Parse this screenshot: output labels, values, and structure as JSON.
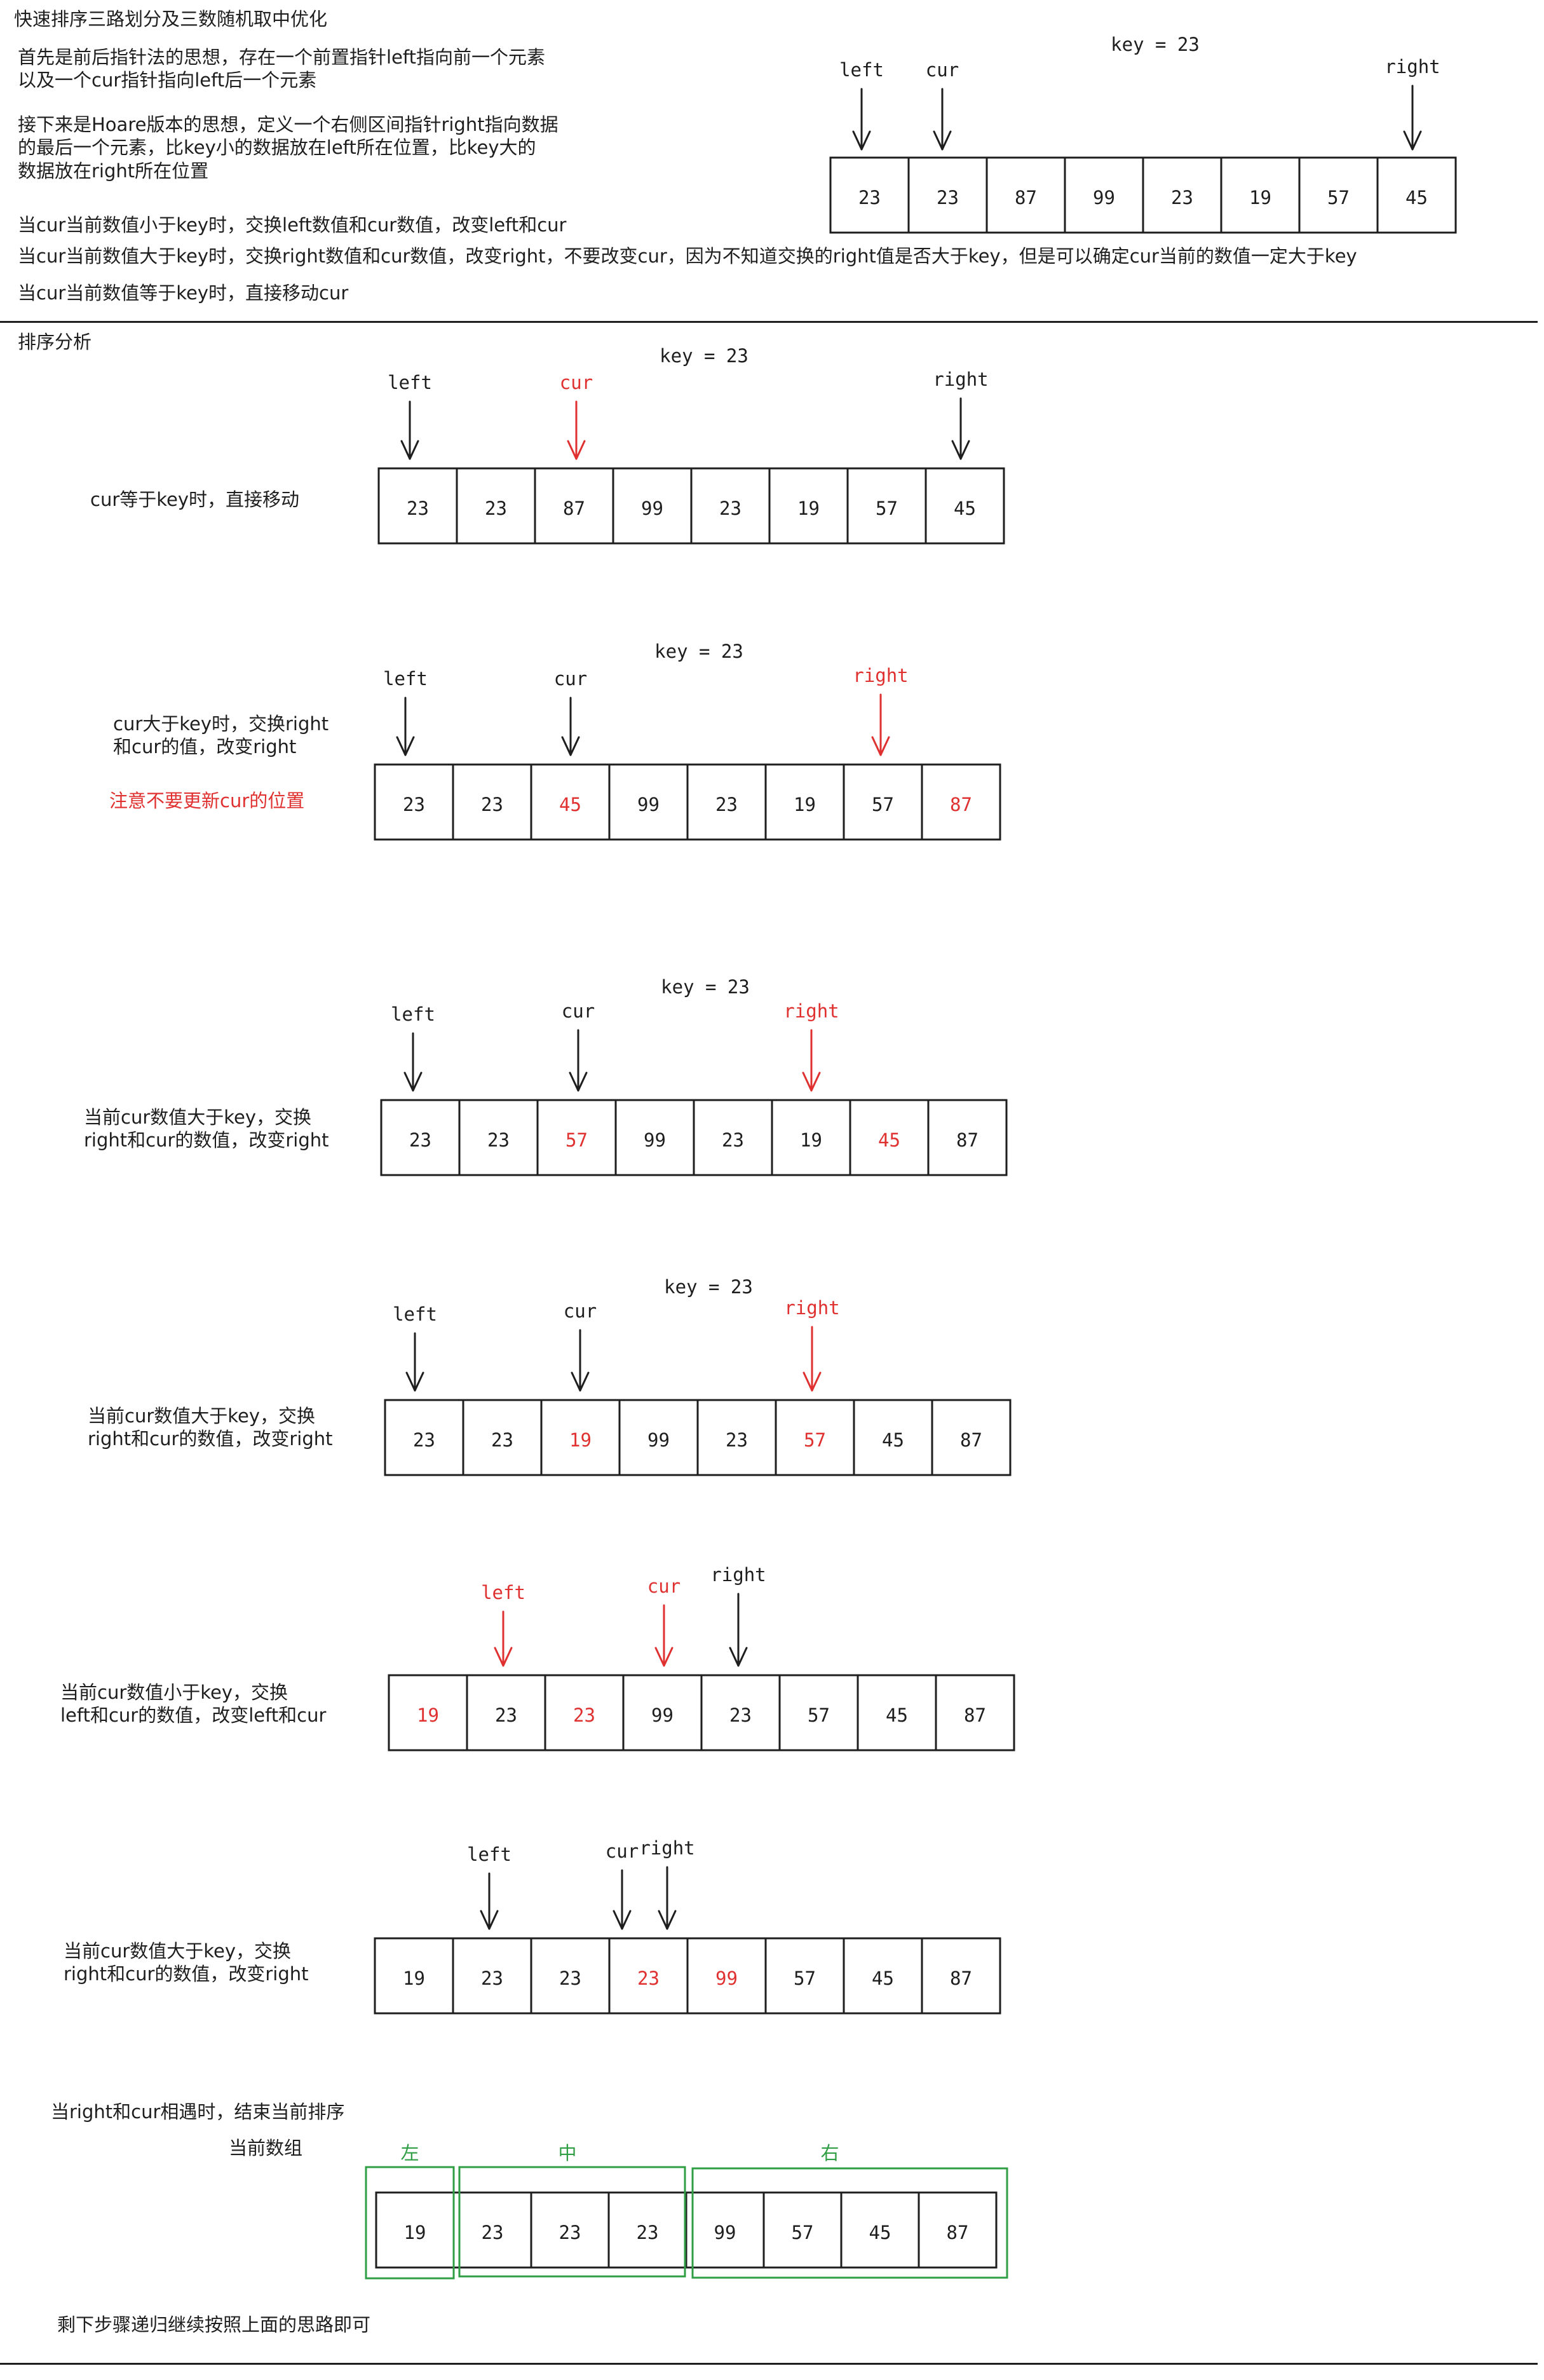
{
  "colors": {
    "ink": "#1e1e1e",
    "red": "#e03131",
    "green": "#2f9e44"
  },
  "intro": {
    "title": "快速排序三路划分及三数随机取中优化",
    "para1": "首先是前后指针法的思想，存在一个前置指针left指向前一个元素\n以及一个cur指针指向left后一个元素",
    "para2": "接下来是Hoare版本的思想，定义一个右侧区间指针right指向数据\n的最后一个元素，比key小的数据放在left所在位置，比key大的\n数据放在right所在位置",
    "rule1": "当cur当前数值小于key时，交换left数值和cur数值，改变left和cur",
    "rule2": "当cur当前数值大于key时，交换right数值和cur数值，改变right，不要改变cur，因为不知道交换的right值是否大于key，但是可以确定cur当前的数值一定大于key",
    "rule3": "当cur当前数值等于key时，直接移动cur",
    "intro_array": {
      "key": "key = 23",
      "values": [
        "23",
        "23",
        "87",
        "99",
        "23",
        "19",
        "57",
        "45"
      ],
      "value_colors": [
        "ink",
        "ink",
        "ink",
        "ink",
        "ink",
        "ink",
        "ink",
        "ink"
      ],
      "pointers": [
        {
          "label": "left",
          "color": "ink"
        },
        {
          "label": "cur",
          "color": "ink"
        },
        {
          "label": "right",
          "color": "ink"
        }
      ]
    }
  },
  "analysis": {
    "heading": "排序分析",
    "steps": [
      {
        "key": "key = 23",
        "note": "cur等于key时，直接移动",
        "note_red": "",
        "values": [
          "23",
          "23",
          "87",
          "99",
          "23",
          "19",
          "57",
          "45"
        ],
        "value_colors": [
          "ink",
          "ink",
          "ink",
          "ink",
          "ink",
          "ink",
          "ink",
          "ink"
        ],
        "pointers": [
          {
            "label": "left",
            "color": "ink"
          },
          {
            "label": "cur",
            "color": "red"
          },
          {
            "label": "right",
            "color": "ink"
          }
        ]
      },
      {
        "key": "key = 23",
        "note": "cur大于key时，交换right\n和cur的值，改变right",
        "note_red": "注意不要更新cur的位置",
        "values": [
          "23",
          "23",
          "45",
          "99",
          "23",
          "19",
          "57",
          "87"
        ],
        "value_colors": [
          "ink",
          "ink",
          "red",
          "ink",
          "ink",
          "ink",
          "ink",
          "red"
        ],
        "pointers": [
          {
            "label": "left",
            "color": "ink"
          },
          {
            "label": "cur",
            "color": "ink"
          },
          {
            "label": "right",
            "color": "red"
          }
        ]
      },
      {
        "key": "key = 23",
        "note": "当前cur数值大于key，交换\nright和cur的数值，改变right",
        "note_red": "",
        "values": [
          "23",
          "23",
          "57",
          "99",
          "23",
          "19",
          "45",
          "87"
        ],
        "value_colors": [
          "ink",
          "ink",
          "red",
          "ink",
          "ink",
          "ink",
          "red",
          "ink"
        ],
        "pointers": [
          {
            "label": "left",
            "color": "ink"
          },
          {
            "label": "cur",
            "color": "ink"
          },
          {
            "label": "right",
            "color": "red"
          }
        ]
      },
      {
        "key": "key = 23",
        "note": "当前cur数值大于key，交换\nright和cur的数值，改变right",
        "note_red": "",
        "values": [
          "23",
          "23",
          "19",
          "99",
          "23",
          "57",
          "45",
          "87"
        ],
        "value_colors": [
          "ink",
          "ink",
          "red",
          "ink",
          "ink",
          "red",
          "ink",
          "ink"
        ],
        "pointers": [
          {
            "label": "left",
            "color": "ink"
          },
          {
            "label": "cur",
            "color": "ink"
          },
          {
            "label": "right",
            "color": "red"
          }
        ]
      },
      {
        "key": "",
        "note": "当前cur数值小于key，交换\nleft和cur的数值，改变left和cur",
        "note_red": "",
        "values": [
          "19",
          "23",
          "23",
          "99",
          "23",
          "57",
          "45",
          "87"
        ],
        "value_colors": [
          "red",
          "ink",
          "red",
          "ink",
          "ink",
          "ink",
          "ink",
          "ink"
        ],
        "pointers": [
          {
            "label": "left",
            "color": "red"
          },
          {
            "label": "cur",
            "color": "red"
          },
          {
            "label": "right",
            "color": "ink"
          }
        ]
      },
      {
        "key": "",
        "note": "当前cur数值大于key，交换\nright和cur的数值，改变right",
        "note_red": "",
        "values": [
          "19",
          "23",
          "23",
          "23",
          "99",
          "57",
          "45",
          "87"
        ],
        "value_colors": [
          "ink",
          "ink",
          "ink",
          "red",
          "red",
          "ink",
          "ink",
          "ink"
        ],
        "pointers": [
          {
            "label": "left",
            "color": "ink"
          },
          {
            "label": "cur",
            "color": "ink"
          },
          {
            "label": "right",
            "color": "ink"
          }
        ]
      }
    ],
    "final": {
      "title": "当right和cur相遇时，结束当前排序",
      "subtitle": "当前数组",
      "values": [
        "19",
        "23",
        "23",
        "23",
        "99",
        "57",
        "45",
        "87"
      ],
      "groups": [
        {
          "label": "左",
          "color": "green"
        },
        {
          "label": "中",
          "color": "green"
        },
        {
          "label": "右",
          "color": "green"
        }
      ]
    },
    "footer": "剩下步骤递归继续按照上面的思路即可"
  }
}
